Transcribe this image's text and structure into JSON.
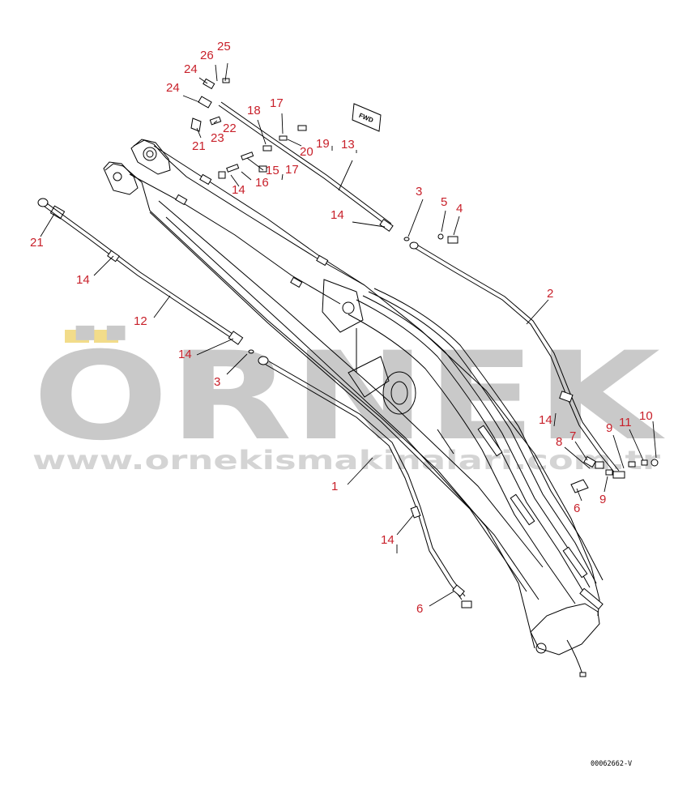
{
  "diagram": {
    "callouts": [
      {
        "id": "c25a",
        "text": "25"
      },
      {
        "id": "c26",
        "text": "26"
      },
      {
        "id": "c24a",
        "text": "24"
      },
      {
        "id": "c24b",
        "text": "24"
      },
      {
        "id": "c18",
        "text": "18"
      },
      {
        "id": "c17a",
        "text": "17"
      },
      {
        "id": "c22",
        "text": "22"
      },
      {
        "id": "c23",
        "text": "23"
      },
      {
        "id": "c21a",
        "text": "21"
      },
      {
        "id": "c20",
        "text": "20"
      },
      {
        "id": "c19",
        "text": "19"
      },
      {
        "id": "c13",
        "text": "13"
      },
      {
        "id": "c15",
        "text": "15"
      },
      {
        "id": "c17b",
        "text": "17"
      },
      {
        "id": "c16",
        "text": "16"
      },
      {
        "id": "c14a",
        "text": "14"
      },
      {
        "id": "c3a",
        "text": "3"
      },
      {
        "id": "c5",
        "text": "5"
      },
      {
        "id": "c4",
        "text": "4"
      },
      {
        "id": "c14b",
        "text": "14"
      },
      {
        "id": "c21b",
        "text": "21"
      },
      {
        "id": "c14c",
        "text": "14"
      },
      {
        "id": "c12",
        "text": "12"
      },
      {
        "id": "c2",
        "text": "2"
      },
      {
        "id": "c14d",
        "text": "14"
      },
      {
        "id": "c3b",
        "text": "3"
      },
      {
        "id": "c14e",
        "text": "14"
      },
      {
        "id": "c7",
        "text": "7"
      },
      {
        "id": "c8",
        "text": "8"
      },
      {
        "id": "c9a",
        "text": "9"
      },
      {
        "id": "c11",
        "text": "11"
      },
      {
        "id": "c10",
        "text": "10"
      },
      {
        "id": "c1",
        "text": "1"
      },
      {
        "id": "c6a",
        "text": "6"
      },
      {
        "id": "c9b",
        "text": "9"
      },
      {
        "id": "c14f",
        "text": "14"
      },
      {
        "id": "c6b",
        "text": "6"
      }
    ],
    "fwd_label": "FWD",
    "drawing_code": "00062662-V"
  },
  "watermark": {
    "brand": "ÖRNEK",
    "url": "www.ornekismakinalari.com.tr",
    "accent_color": "#f2dc8a",
    "text_color": "#c9c9c9"
  },
  "colors": {
    "callout": "#c8202a",
    "line": "#000000",
    "background": "#ffffff"
  }
}
